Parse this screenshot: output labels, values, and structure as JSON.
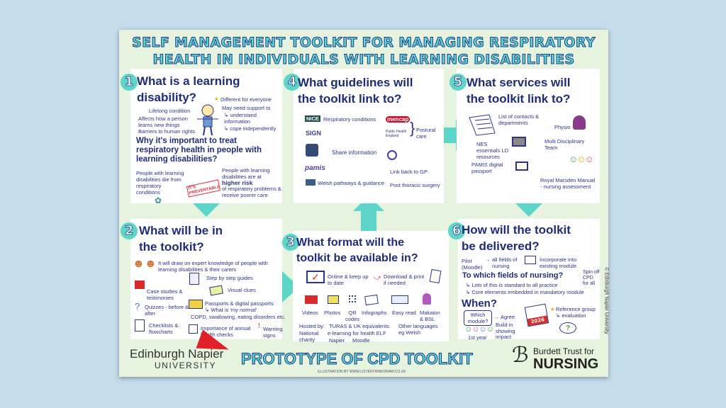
{
  "header": {
    "line1": "SELF MANAGEMENT TOOLKIT FOR MANAGING RESPIRATORY",
    "line2": "HEALTH IN INDIVIDUALS WITH LEARNING DISABILITIES"
  },
  "p1": {
    "num": "1",
    "title1": "What is a learning",
    "title2": "disability?",
    "different": "Different for everyone",
    "lifelong": "Lifelong condition",
    "support": "May need support to",
    "understand": "↳ understand information",
    "cope": "↳ cope independently",
    "affects": "Affects how a person learns new things",
    "barriers": "Barriers to human rights",
    "subtitle": "Why it's important to treat respiratory health in people with learning disabilities?",
    "die": "People with learning disabilities die from respiratory conditions",
    "stamp": "IT'S PREVENTABLE",
    "risk_a": "People with learning disabilities are at",
    "risk_b": "higher risk",
    "risk_c": "of respiratory problems & receive poorer care"
  },
  "p2": {
    "num": "2",
    "title1": "What will be in",
    "title2": "the toolkit?",
    "expert": "It will draw on expert knowledge of people with learning disabilities & their carers",
    "steps": "Step by step guides",
    "cases": "Case studies & testimonies",
    "visual": "Visual clues",
    "quizzes": "Quizzes - before & after",
    "passports": "Passports & digital passports",
    "normal": "↳ What is 'my normal'",
    "conditions": "COPD, swallowing, eating disorders etc.",
    "checklists": "Checklists & flowcharts",
    "health": "Importance of annual health checks",
    "warning": "Warning signs"
  },
  "p3": {
    "num": "3",
    "title1": "What format will the",
    "title2": "toolkit be available in?",
    "online": "Online & keep up to date",
    "download": "Download & print if needed",
    "formats": [
      "Videos",
      "Photos",
      "QR codes",
      "Infographs",
      "Easy read",
      "Makaton & BSL"
    ],
    "hosted": "Hosted by:",
    "charity": "National charity",
    "turas": "TURAS & UK equivalents",
    "elearning": "e-learning for health ELF",
    "napier": "Napier",
    "moodle": "Moodle",
    "languages": "Other languages eg Welsh"
  },
  "p4": {
    "num": "4",
    "title1": "What guidelines will",
    "title2": "the toolkit link to?",
    "nice": "NICE",
    "respiratory": "Respiratory conditions",
    "sign": "SIGN",
    "share": "Share information",
    "pamis": "pamis",
    "welsh": "Welsh pathways & guidance",
    "mencap": "mencap",
    "phe": "Public Health England",
    "postural": "Postural care",
    "gp": "Link back to GP",
    "thoracic": "Post thoracic surgery"
  },
  "p5": {
    "num": "5",
    "title1": "What services will",
    "title2": "the toolkit link to?",
    "contacts": "List of contacts & departments",
    "physio": "Physio",
    "nes": "NES essentials LD resources",
    "mdt": "Multi Disciplinary Team",
    "pamis": "PAMIS digital passport",
    "marsden": "Royal Marsden Manual - nursing assessment"
  },
  "p6": {
    "num": "6",
    "title1": "How will the toolkit",
    "title2": "be delivered?",
    "pilot": "Pilot (Moodle)",
    "fields": "all fields of nursing",
    "incorporate": "Incorporate into existing module",
    "which_fields": "To which fields of nursing?",
    "spin": "Spin off CPD for all",
    "lots": "↳ Lots of this is standard to all practice",
    "core": "↳ Core elements embedded in mandatory module",
    "when": "When?",
    "which_module": "Which module?",
    "agree": "Agree",
    "first_year": "1st year",
    "build": "Build in showing impact",
    "year": "2026",
    "reference": "Reference group ↳ evaluation",
    "question": "?"
  },
  "footer": {
    "uni1": "Edinburgh Napier",
    "uni2": "UNIVERSITY",
    "prototype": "PROTOTYPE OF CPD TOOLKIT",
    "credit": "ILLUSTRATION BY WWW.LISTENTHINKDRAW.CO.UK",
    "burdett1": "Burdett Trust for",
    "burdett2": "NURSING",
    "copyright": "© Edinburgh Napier University"
  }
}
